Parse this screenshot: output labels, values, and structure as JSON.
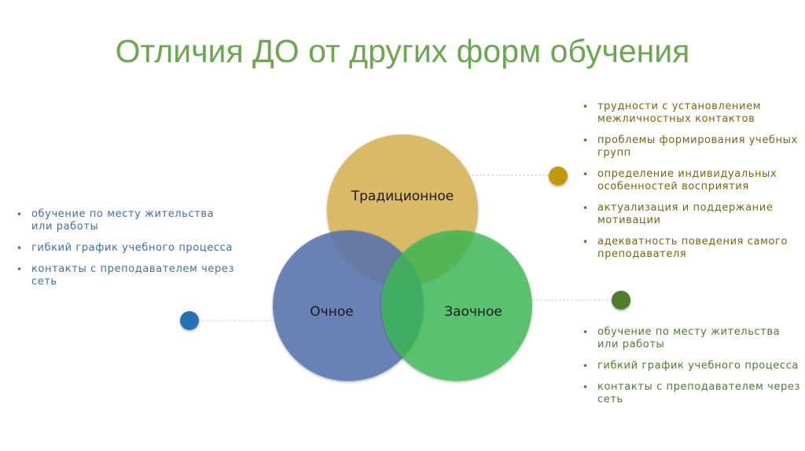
{
  "title": "Отличия ДО от других форм обучения",
  "colors": {
    "title": "#6aa84f",
    "traditional": "#d9b760",
    "fulltime": "#6e86bb",
    "distance": "#5cc571",
    "dot_traditional": "#c4980f",
    "dot_fulltime": "#2b6fb5",
    "dot_distance": "#4e7c2c",
    "text_left": "#3a6fae",
    "text_right_top": "#7a6212",
    "text_right_bottom": "#4d7a2a"
  },
  "diagram": {
    "circles": [
      {
        "id": "traditional",
        "label": "Традиционное"
      },
      {
        "id": "fulltime",
        "label": "Очное"
      },
      {
        "id": "distance",
        "label": "Заочное"
      }
    ]
  },
  "lists": {
    "left": {
      "items": [
        "обучение по месту жительства или работы",
        "гибкий график учебного процесса",
        "контакты с преподавателем через сеть"
      ]
    },
    "right_top": {
      "items": [
        "трудности с установлением межличностных контактов",
        "проблемы формирования учебных групп",
        "определение индивидуальных особенностей восприятия",
        "актуализация и поддержание мотивации",
        "адекватность поведения самого преподавателя"
      ]
    },
    "right_bottom": {
      "items": [
        "обучение по месту жительства или работы",
        "гибкий график учебного процесса",
        "контакты с преподавателем через сеть"
      ]
    }
  },
  "bullet": "•"
}
